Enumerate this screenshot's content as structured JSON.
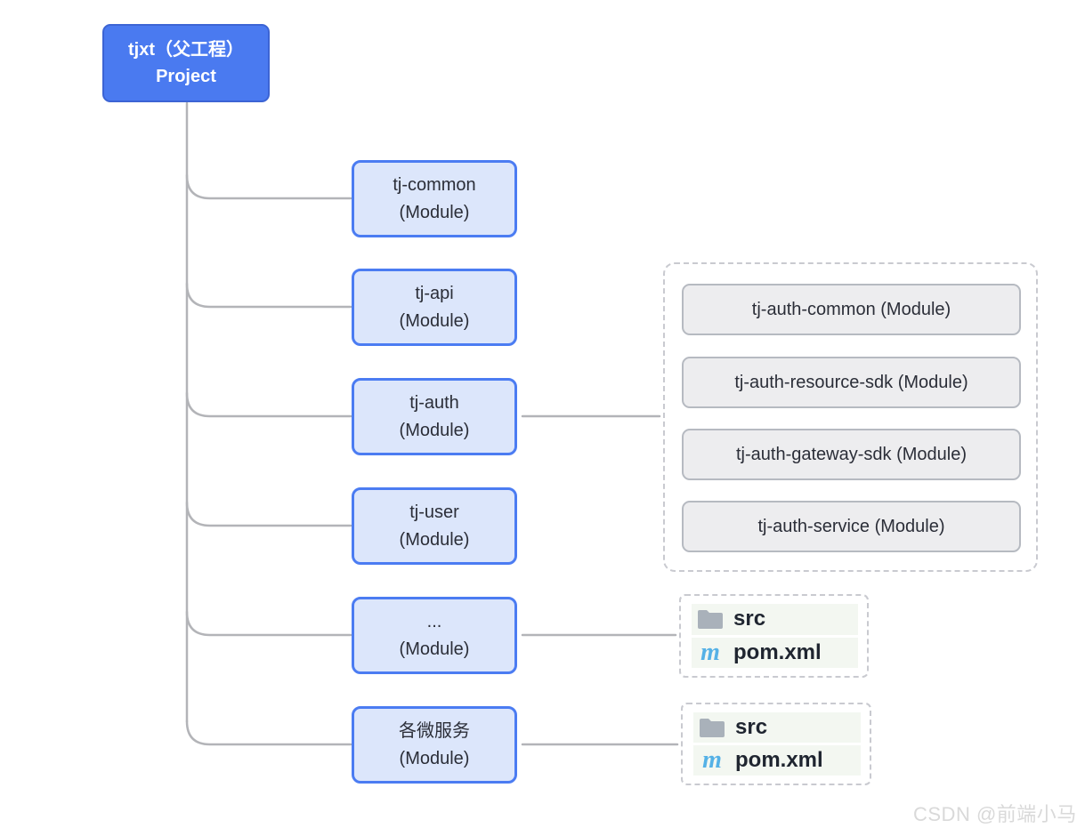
{
  "root": {
    "line1": "tjxt（父工程）",
    "line2": "Project"
  },
  "modules": [
    {
      "name": "tj-common",
      "type": "(Module)"
    },
    {
      "name": "tj-api",
      "type": "(Module)"
    },
    {
      "name": "tj-auth",
      "type": "(Module)"
    },
    {
      "name": "tj-user",
      "type": "(Module)"
    },
    {
      "name": "...",
      "type": "(Module)"
    },
    {
      "name": "各微服务",
      "type": "(Module)"
    }
  ],
  "auth_submodules": [
    {
      "label": "tj-auth-common (Module)"
    },
    {
      "label": "tj-auth-resource-sdk (Module)"
    },
    {
      "label": "tj-auth-gateway-sdk (Module)"
    },
    {
      "label": "tj-auth-service (Module)"
    }
  ],
  "file_panels": [
    {
      "rows": [
        {
          "name": "src"
        },
        {
          "name": "pom.xml"
        }
      ]
    },
    {
      "rows": [
        {
          "name": "src"
        },
        {
          "name": "pom.xml"
        }
      ]
    }
  ],
  "icons": {
    "maven_glyph": "m"
  },
  "watermark": "CSDN @前端小马",
  "colors": {
    "root_fill": "#4a7af0",
    "root_border": "#3c64d4",
    "module_fill": "#dce6fb",
    "module_border": "#4b7cf2",
    "submodule_fill": "#ededef",
    "submodule_border": "#b6bac1",
    "dashed_border": "#c9cad0",
    "connector": "#b3b4b8",
    "file_row_bg": "#f3f7f1",
    "folder_icon": "#a9b1ba",
    "maven_icon": "#55b1e6",
    "watermark": "#d9d9d9"
  }
}
